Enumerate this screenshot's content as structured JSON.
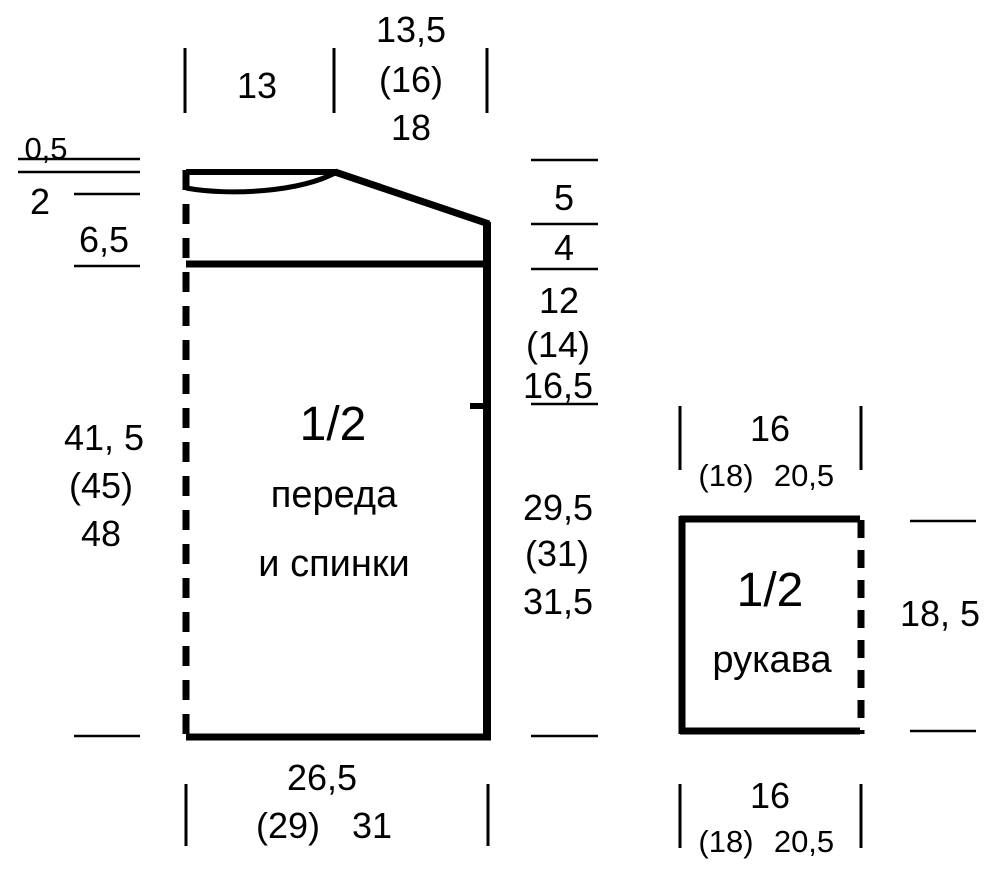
{
  "colors": {
    "ink": "#000000",
    "paper": "#ffffff"
  },
  "body_piece": {
    "title": "1/2",
    "label_line1": "переда",
    "label_line2": "и спинки"
  },
  "sleeve_piece": {
    "title": "1/2",
    "label": "рукава"
  },
  "body_dims": {
    "top_left": "13",
    "top_right_1": "13,5",
    "top_right_2": "(16)",
    "top_right_3": "18",
    "left_a": "0,5",
    "left_b": "2",
    "left_c": "6,5",
    "left_height_1": "41, 5",
    "left_height_2": "(45)",
    "left_height_3": "48",
    "right_top_1": "5",
    "right_top_2": "4",
    "right_armhole_1": "12",
    "right_armhole_2": "(14)",
    "right_armhole_3": "16,5",
    "right_side_1": "29,5",
    "right_side_2": "(31)",
    "right_side_3": "31,5",
    "bottom_1": "26,5",
    "bottom_2": "(29)",
    "bottom_3": "31"
  },
  "sleeve_dims": {
    "top_1": "16",
    "top_2": "(18)",
    "top_3": "20,5",
    "height": "18, 5",
    "bottom_1": "16",
    "bottom_2": "(18)",
    "bottom_3": "20,5"
  }
}
